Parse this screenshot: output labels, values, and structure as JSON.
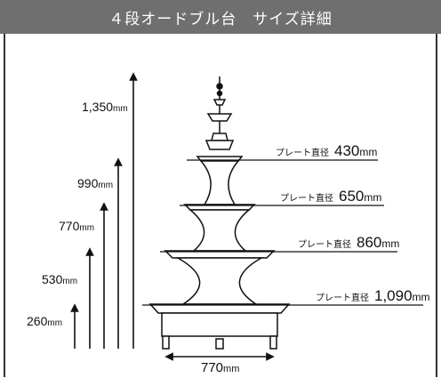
{
  "header": {
    "title": "４段オードブル台　サイズ詳細"
  },
  "heights": [
    {
      "value": "1,350",
      "unit": "mm"
    },
    {
      "value": "990",
      "unit": "mm"
    },
    {
      "value": "770",
      "unit": "mm"
    },
    {
      "value": "530",
      "unit": "mm"
    },
    {
      "value": "260",
      "unit": "mm"
    }
  ],
  "plates": [
    {
      "prefix": "プレート直径",
      "value": "430",
      "unit": "mm"
    },
    {
      "prefix": "プレート直径",
      "value": "650",
      "unit": "mm"
    },
    {
      "prefix": "プレート直径",
      "value": "860",
      "unit": "mm"
    },
    {
      "prefix": "プレート直径",
      "value": "1,090",
      "unit": "mm"
    }
  ],
  "base_width": {
    "value": "770",
    "unit": "mm"
  },
  "colors": {
    "header_bg": "#6f6f6f",
    "header_text": "#ffffff",
    "line": "#111111"
  }
}
